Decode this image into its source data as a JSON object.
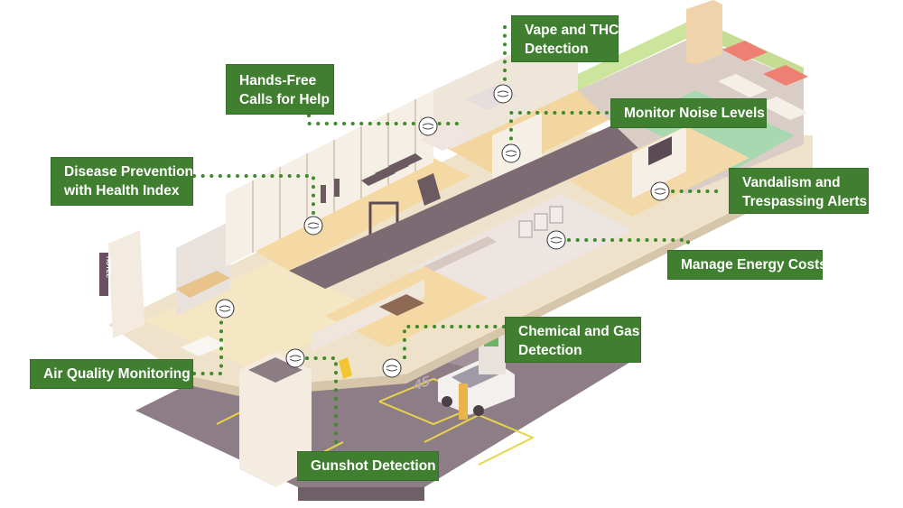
{
  "diagram": {
    "title": "Smart building sensor features",
    "accent_color": "#3f7f2f",
    "leader_color": "#3f8a2a",
    "sensor_icon": "halo-sensor-icon",
    "building_sign": "HOTEL",
    "garage_floor_marking": "45",
    "callouts": [
      {
        "id": "vape",
        "lines": [
          "Vape and THC",
          "Detection"
        ]
      },
      {
        "id": "hands-free",
        "lines": [
          "Hands-Free",
          "Calls for Help"
        ]
      },
      {
        "id": "noise",
        "lines": [
          "Monitor Noise Levels"
        ]
      },
      {
        "id": "disease",
        "lines": [
          "Disease Prevention",
          "with Health Index"
        ]
      },
      {
        "id": "vandalism",
        "lines": [
          "Vandalism and",
          "Trespassing Alerts"
        ]
      },
      {
        "id": "energy",
        "lines": [
          "Manage Energy Costs"
        ]
      },
      {
        "id": "chemical",
        "lines": [
          "Chemical and Gas",
          "Detection"
        ]
      },
      {
        "id": "air",
        "lines": [
          "Air Quality Monitoring"
        ]
      },
      {
        "id": "gunshot",
        "lines": [
          "Gunshot Detection"
        ]
      }
    ]
  }
}
